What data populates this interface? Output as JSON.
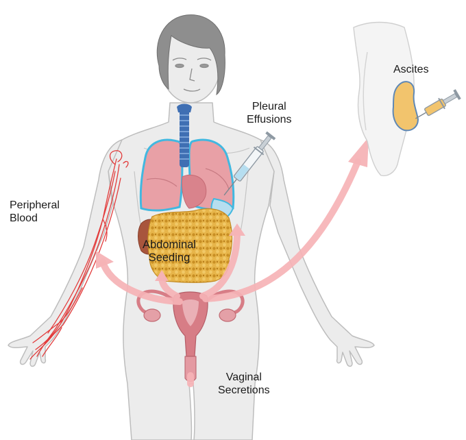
{
  "labels": {
    "peripheral_blood": [
      "Peripheral",
      "Blood"
    ],
    "pleural_effusions": [
      "Pleural",
      "Effusions"
    ],
    "ascites": "Ascites",
    "abdominal_seeding": [
      "Abdominal",
      "Seeding"
    ],
    "vaginal_secretions": [
      "Vaginal",
      "Secretions"
    ]
  },
  "colors": {
    "skin": "#ebebeb",
    "skin_outline": "#b9b9b9",
    "hair": "#8c8c8c",
    "arrow": "#f6b3b6",
    "vessels": "#e23b3b",
    "lungs": "#e8a0a6",
    "lung_outline": "#41b8e0",
    "pleural_fluid": "#b6def0",
    "trachea": "#3f6fb3",
    "omentum": "#e3ad3a",
    "liver": "#a8553d",
    "uterus": "#d77d86",
    "ascites_fluid": "#f2c46d",
    "syringe": "#9aa3ab"
  }
}
